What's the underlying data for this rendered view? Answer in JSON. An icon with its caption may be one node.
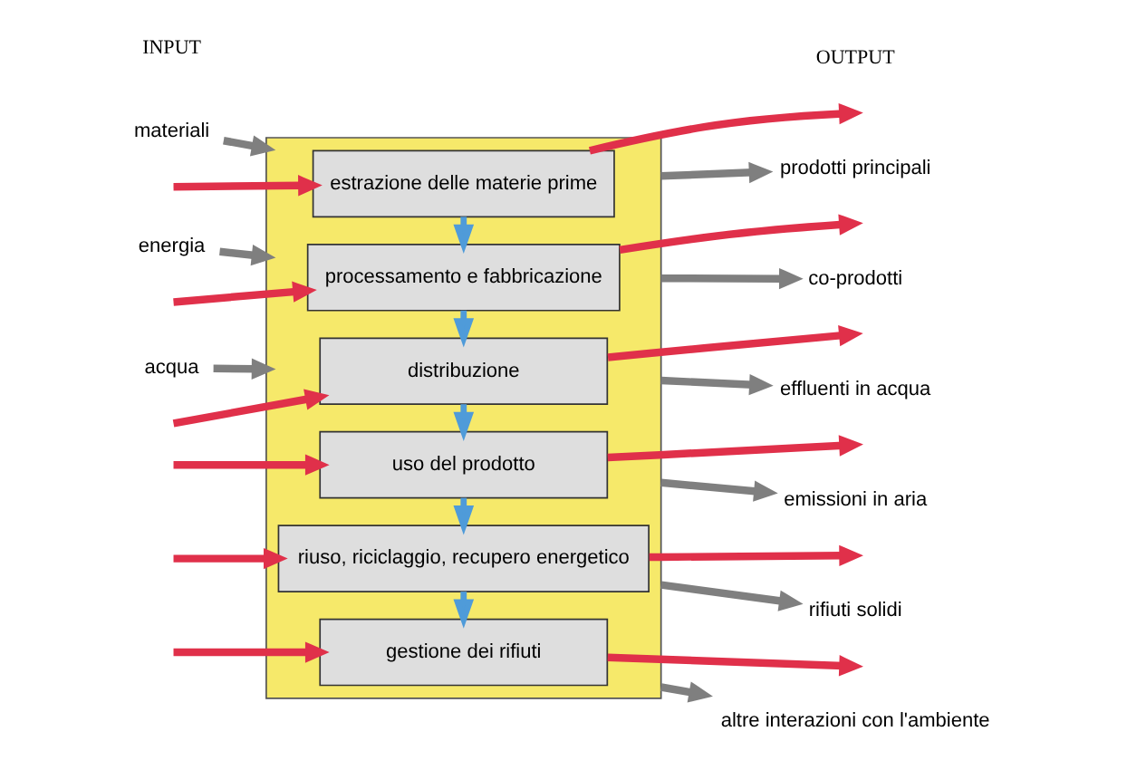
{
  "diagram": {
    "nodes": [
      {
        "text": [],
        "shape": "band"
      },
      {
        "text": [
          "estrazione delle materie prime"
        ],
        "in": 0
      },
      {
        "text": [
          "processamento e fabbricazione"
        ],
        "in": 0
      },
      {
        "text": [
          "distribuzione"
        ],
        "in": 0
      },
      {
        "text": [
          "uso del prodotto"
        ],
        "in": 0
      },
      {
        "text": [
          "riuso, riciclaggio, recupero energetico"
        ],
        "in": 0
      },
      {
        "text": [
          "gestione dei rifiuti"
        ],
        "in": 0
      },
      {
        "text": [
          "materiali"
        ]
      },
      {
        "text": [
          "energia"
        ]
      },
      {
        "text": [
          "acqua"
        ]
      },
      {
        "text": [
          "prodotti principali"
        ]
      },
      {
        "text": [
          "co-prodotti"
        ]
      },
      {
        "text": [
          "effluenti in acqua"
        ]
      },
      {
        "text": [
          "emissioni in aria"
        ]
      },
      {
        "text": [
          "rifiuti solidi"
        ]
      },
      {
        "text": [
          "altre interazioni con l'ambiente"
        ]
      }
    ],
    "edges": [
      {
        "from": 1,
        "to": null,
        "arrow": "to",
        "color": "#e0304a"
      },
      {
        "from": 2,
        "to": null,
        "arrow": "to",
        "color": "#e0304a"
      },
      {
        "from": 3,
        "to": null,
        "arrow": "to",
        "color": "#e0304a"
      },
      {
        "from": 4,
        "to": null,
        "arrow": "to",
        "color": "#e0304a"
      },
      {
        "from": 5,
        "to": null,
        "arrow": "to",
        "color": "#e0304a"
      },
      {
        "from": 6,
        "to": null,
        "arrow": "to",
        "color": "#e0304a"
      },
      {
        "from": 1,
        "to": 2,
        "arrow": "to",
        "color": "#4f9bd9"
      },
      {
        "from": 2,
        "to": 3,
        "arrow": "to",
        "color": "#4f9bd9"
      },
      {
        "from": 3,
        "to": 4,
        "arrow": "to",
        "color": "#4f9bd9"
      },
      {
        "from": 4,
        "to": 5,
        "arrow": "to",
        "color": "#4f9bd9"
      },
      {
        "from": 5,
        "to": 6,
        "arrow": "to",
        "color": "#4f9bd9"
      },
      {
        "from": null,
        "to": 1,
        "arrow": "to",
        "color": "#e0304a"
      },
      {
        "from": null,
        "to": 2,
        "arrow": "to",
        "color": "#e0304a"
      },
      {
        "from": null,
        "to": 3,
        "arrow": "to",
        "color": "#e0304a"
      },
      {
        "from": null,
        "to": 4,
        "arrow": "to",
        "color": "#e0304a"
      },
      {
        "from": null,
        "to": 5,
        "arrow": "to",
        "color": "#e0304a"
      },
      {
        "from": null,
        "to": 6,
        "arrow": "to",
        "color": "#e0304a"
      },
      {
        "from": 7,
        "to": 0,
        "arrow": "to",
        "color": "#7f7f7f"
      },
      {
        "from": 8,
        "to": 0,
        "arrow": "to",
        "color": "#7f7f7f"
      },
      {
        "from": 9,
        "to": 0,
        "arrow": "to",
        "color": "#7f7f7f"
      },
      {
        "from": 0,
        "to": 10,
        "arrow": "to",
        "color": "#7f7f7f"
      },
      {
        "from": 0,
        "to": 11,
        "arrow": "to",
        "color": "#7f7f7f"
      },
      {
        "from": 0,
        "to": 12,
        "arrow": "to",
        "color": "#7f7f7f"
      },
      {
        "from": 0,
        "to": 13,
        "arrow": "to",
        "color": "#7f7f7f"
      },
      {
        "from": 0,
        "to": 14,
        "arrow": "to",
        "color": "#7f7f7f"
      },
      {
        "from": 0,
        "to": 15,
        "arrow": "to",
        "color": "#7f7f7f"
      }
    ],
    "labels": [
      "INPUT",
      "OUTPUT"
    ]
  }
}
